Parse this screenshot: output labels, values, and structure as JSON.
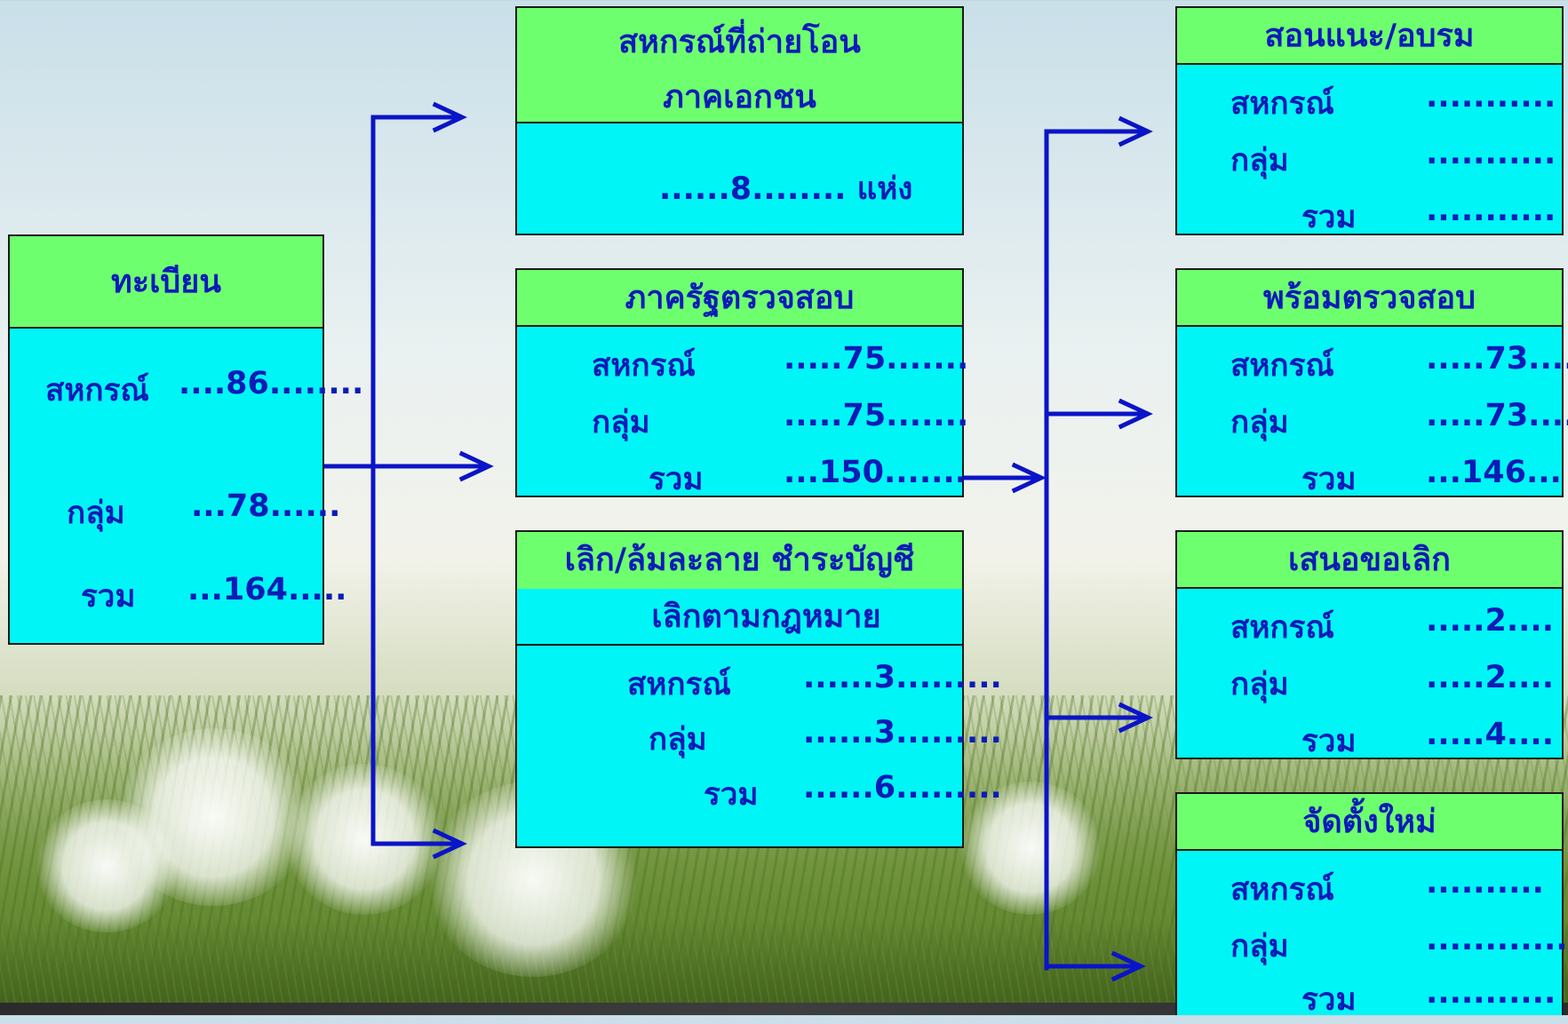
{
  "registration": {
    "title": "ทะเบียน",
    "coop_label": "สหกรณ์",
    "coop_value": "....86........",
    "group_label": "กลุ่ม",
    "group_value": "...78......",
    "total_label": "รวม",
    "total_value": "...164....."
  },
  "private_transfer": {
    "title_line1": "สหกรณ์ที่ถ่ายโอน",
    "title_line2": "ภาคเอกชน",
    "value": "......8........  แห่ง"
  },
  "government_audit": {
    "title": "ภาครัฐตรวจสอบ",
    "coop_label": "สหกรณ์",
    "coop_value": ".....75.......",
    "group_label": "กลุ่ม",
    "group_value": ".....75.......",
    "total_label": "รวม",
    "total_value": "...150......."
  },
  "dissolution": {
    "title_line1": "เลิก/ล้มละลาย ชำระบัญชี",
    "title_line2": "เลิกตามกฎหมาย",
    "coop_label": "สหกรณ์",
    "coop_value": "......3.........",
    "group_label": "กลุ่ม",
    "group_value": "......3.........",
    "total_label": "รวม",
    "total_value": "......6........."
  },
  "advise_train": {
    "title": "สอนแนะ/อบรม",
    "coop_label": "สหกรณ์",
    "coop_value": "...........",
    "group_label": "กลุ่ม",
    "group_value": "...........",
    "total_label": "รวม",
    "total_value": "..........."
  },
  "ready_audit": {
    "title": "พร้อมตรวจสอบ",
    "coop_label": "สหกรณ์",
    "coop_value": ".....73....",
    "group_label": "กลุ่ม",
    "group_value": ".....73....",
    "total_label": "รวม",
    "total_value": "...146..."
  },
  "propose_dissolve": {
    "title": "เสนอขอเลิก",
    "coop_label": "สหกรณ์",
    "coop_value": ".....2....",
    "group_label": "กลุ่ม",
    "group_value": ".....2....",
    "total_label": "รวม",
    "total_value": ".....4...."
  },
  "newly_established": {
    "title": "จัดตั้งใหม่",
    "coop_label": "สหกรณ์",
    "coop_value": "..........",
    "group_label": "กลุ่ม",
    "group_value": "............",
    "total_label": "รวม",
    "total_value": "..........."
  },
  "colors": {
    "header_green": "#6eff6e",
    "body_cyan": "#00f6f6",
    "text_blue": "#0a1bb8",
    "arrow_blue": "#0a14c8"
  }
}
